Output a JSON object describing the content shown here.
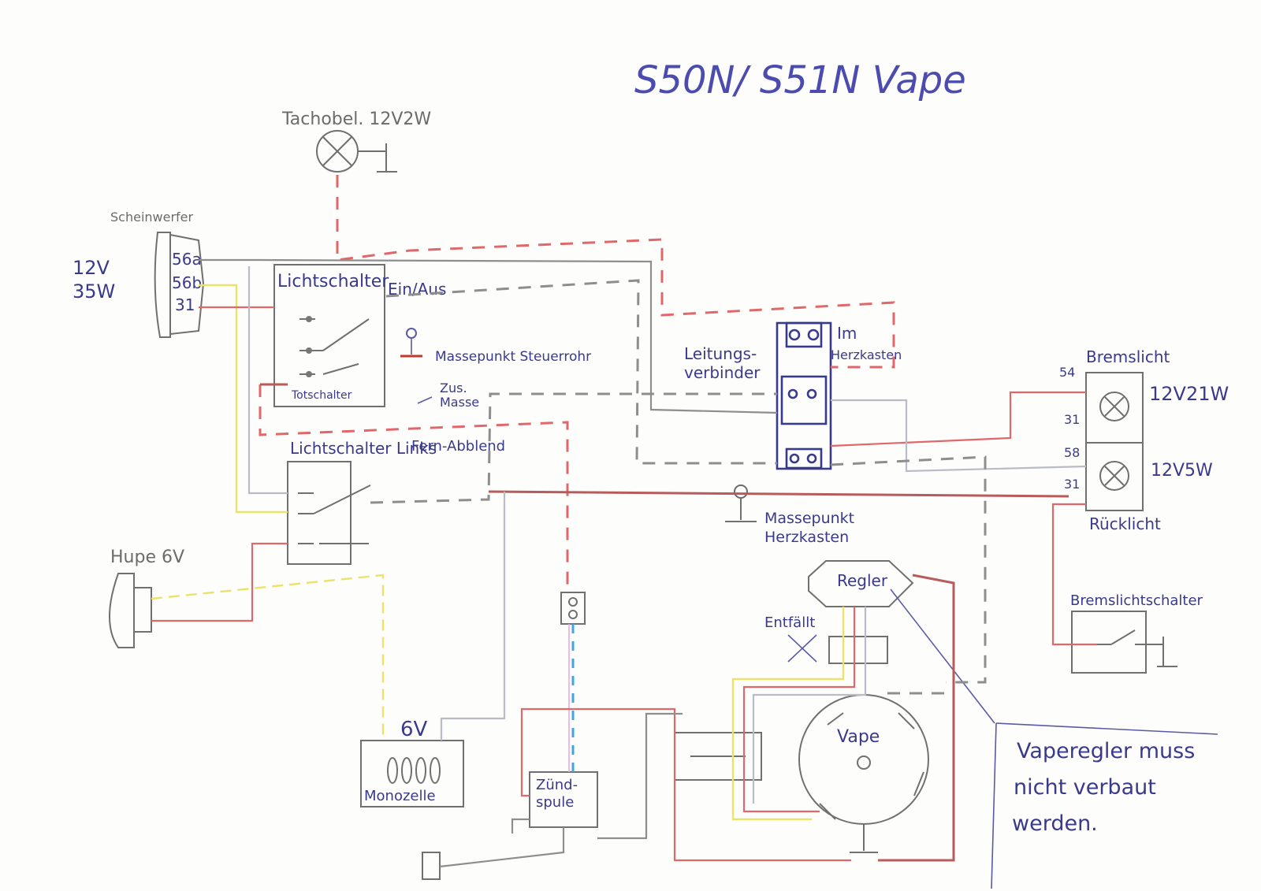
{
  "title": "S50N/ S51N Vape",
  "colors": {
    "ink_blue": "#3a3a8c",
    "pencil_gray": "#8e8e8e",
    "wire_red": "#e0686a",
    "wire_yellow": "#ece26a",
    "wire_blue": "#3fa6e0"
  },
  "labels": {
    "tachobel": "Tachobel. 12V2W",
    "scheinwerfer": "Scheinwerfer",
    "scheinwerfer_rating_1": "12V",
    "scheinwerfer_rating_2": "35W",
    "terminal_56a": "56a",
    "terminal_56b": "56b",
    "terminal_31": "31",
    "lichtschalter": "Lichtschalter",
    "ein_aus": "Ein/Aus",
    "massepunkt_steuerrohr": "Massepunkt Steuerrohr",
    "totschalter": "Totschalter",
    "zus_masse_1": "Zus.",
    "zus_masse_2": "Masse",
    "lichtschalter_links": "Lichtschalter Links",
    "fern_abblend": "Fern-Abblend",
    "leitungsverbinder_1": "Leitungs-",
    "leitungsverbinder_2": "verbinder",
    "im_herzkasten_1": "Im",
    "im_herzkasten_2": "Herzkasten",
    "bremslicht": "Bremslicht",
    "bremslicht_rating": "12V21W",
    "rueck_rating": "12V5W",
    "ruecklicht": "Rücklicht",
    "t54": "54",
    "t31a": "31",
    "t58": "58",
    "t31b": "31",
    "massepunkt_herzkasten_1": "Massepunkt",
    "massepunkt_herzkasten_2": "Herzkasten",
    "hupe": "Hupe 6V",
    "regler": "Regler",
    "entfaellt": "Entfällt",
    "bremslichtschalter": "Bremslichtschalter",
    "battery_voltage": "6V",
    "monozelle": "Monozelle",
    "zuend_1": "Zünd-",
    "zuend_2": "spule",
    "vape": "Vape",
    "note_1": "Vaperegler muss",
    "note_2": "nicht verbaut",
    "note_3": "werden."
  }
}
